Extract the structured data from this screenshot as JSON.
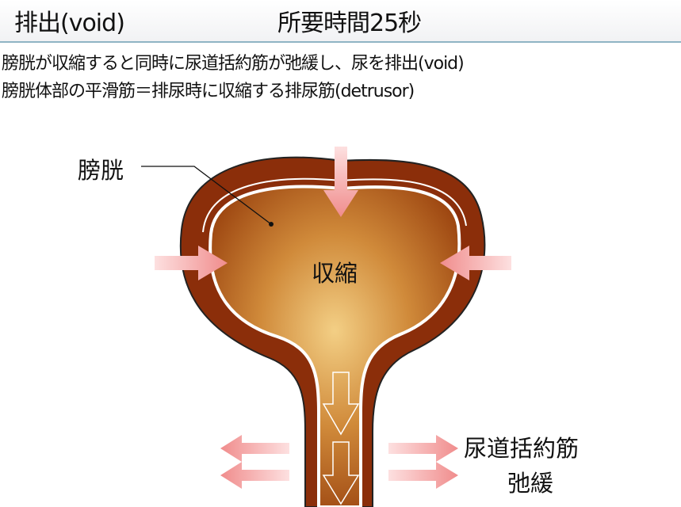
{
  "header": {
    "title": "排出(void)",
    "duration": "所要時間25秒"
  },
  "bullets": [
    "膀胱が収縮すると同時に尿道括約筋が弛緩し、尿を排出(void)",
    "膀胱体部の平滑筋＝排尿時に収縮する排尿筋(detrusor)"
  ],
  "diagram": {
    "bladder_label": "膀胱",
    "contraction_label": "収縮",
    "sphincter_label": "尿道括約筋",
    "relax_label": "弛緩",
    "colors": {
      "wall": "#8b2e0a",
      "lumen_center": "#f0c070",
      "lumen_edge": "#a04a10",
      "arrow": "#f5a0a0"
    }
  }
}
